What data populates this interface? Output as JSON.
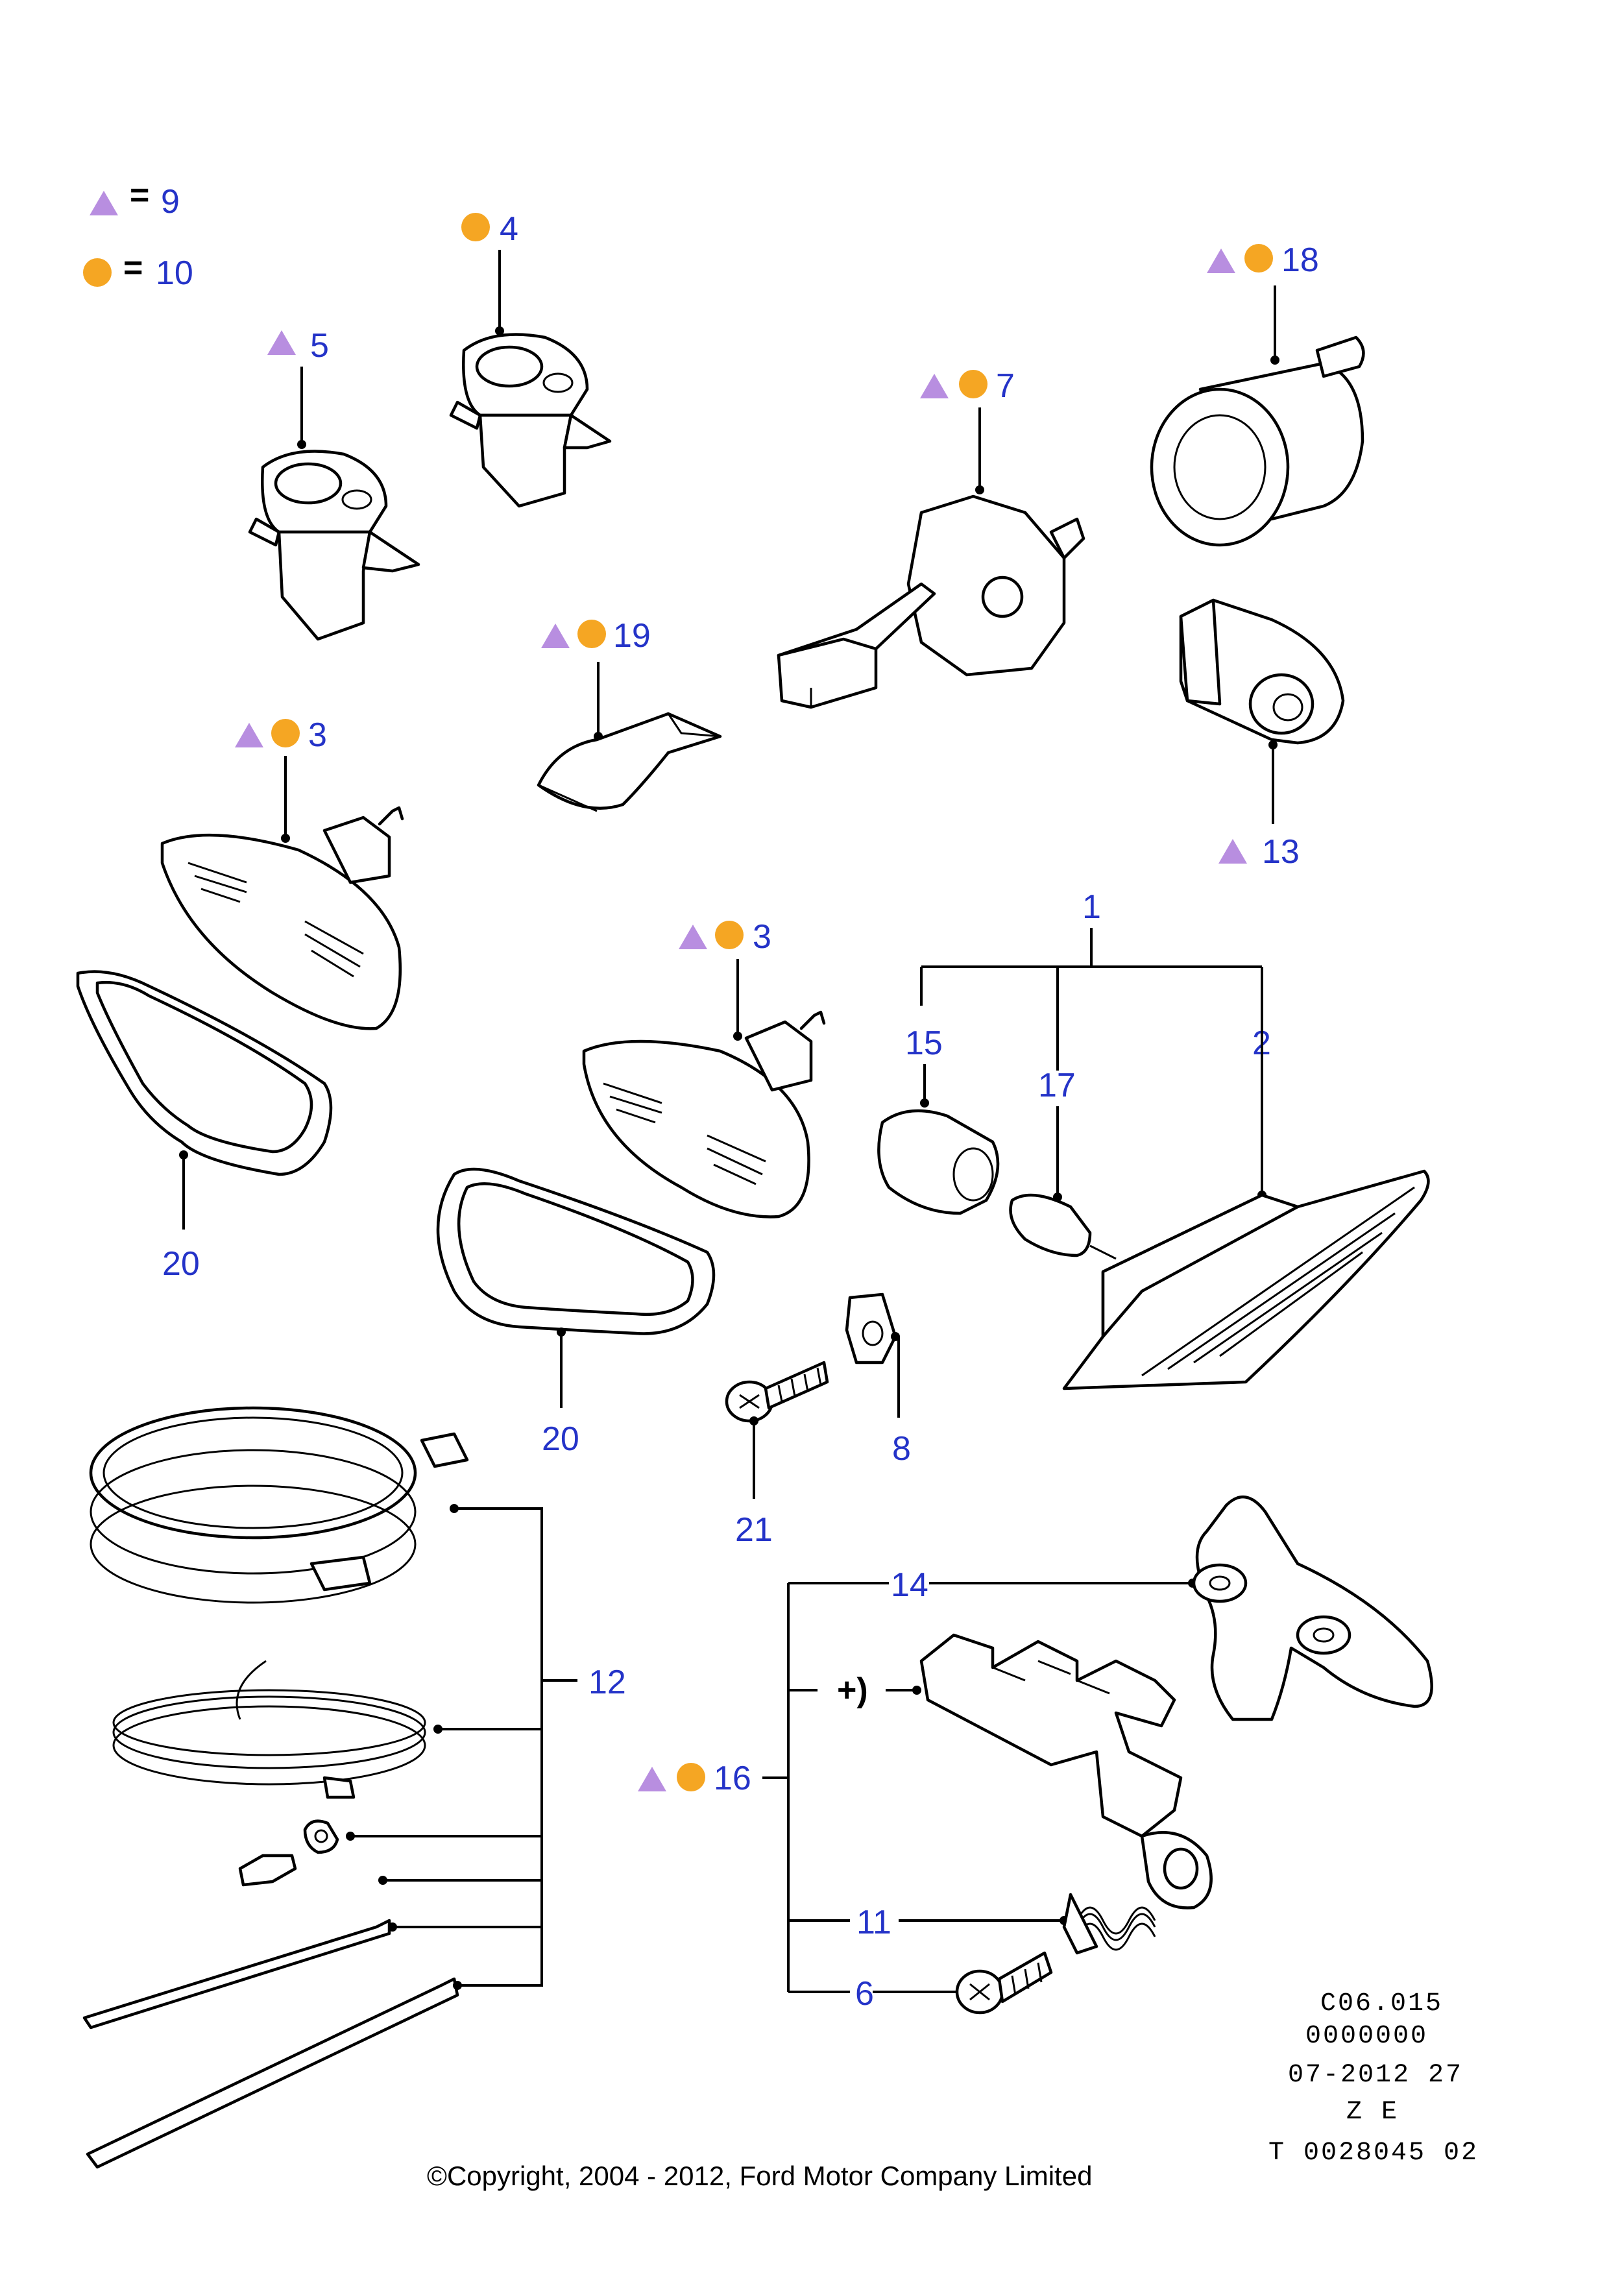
{
  "legend": {
    "triangle_value": "9",
    "circle_value": "10",
    "equals": "="
  },
  "colors": {
    "triangle": "#b88ee0",
    "circle": "#f5a623",
    "callout_text": "#2433c8"
  },
  "callouts": {
    "c4": "4",
    "c5": "5",
    "c7": "7",
    "c18": "18",
    "c19": "19",
    "c3a": "3",
    "c3b": "3",
    "c13": "13",
    "c1": "1",
    "c15": "15",
    "c17": "17",
    "c2": "2",
    "c20a": "20",
    "c20b": "20",
    "c21": "21",
    "c8": "8",
    "c12": "12",
    "c14": "14",
    "c16": "16",
    "c11": "11",
    "c6": "6",
    "plus": "+)"
  },
  "meta": {
    "line1": "C06.015",
    "line2": "0000000",
    "line3": "07-2012 27",
    "line4": "Z E",
    "line5": "T 0028045 02"
  },
  "copyright": "©Copyright, 2004 - 2012, Ford Motor Company Limited"
}
